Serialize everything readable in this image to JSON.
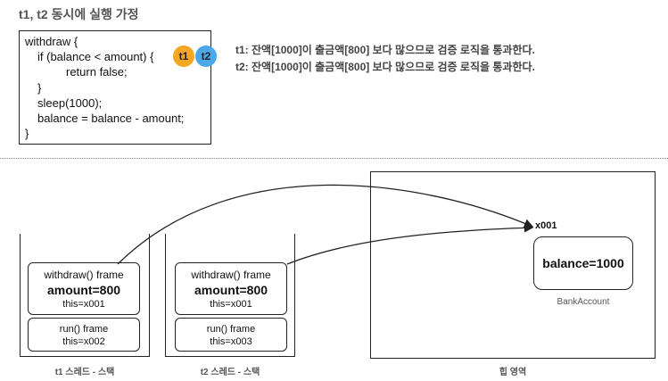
{
  "title": "t1, t2 동시에 실행 가정",
  "code": {
    "lines": [
      "withdraw {",
      "if (balance < amount) {",
      "return false;",
      "}",
      "sleep(1000);",
      "balance = balance - amount;",
      "}"
    ],
    "badges": {
      "t1": "t1",
      "t2": "t2"
    }
  },
  "notes": [
    "t1: 잔액[1000]이 출금액[800] 보다 많으므로 검증 로직을 통과한다.",
    "t2: 잔액[1000]이 출금액[800] 보다 많으므로 검증 로직을 통과한다."
  ],
  "stacks": [
    {
      "caption": "t1 스레드 - 스택",
      "withdraw_frame": {
        "name": "withdraw() frame",
        "amount": "amount=800",
        "this": "this=x001"
      },
      "run_frame": {
        "name": "run() frame",
        "this": "this=x002"
      }
    },
    {
      "caption": "t2 스레드 - 스택",
      "withdraw_frame": {
        "name": "withdraw() frame",
        "amount": "amount=800",
        "this": "this=x001"
      },
      "run_frame": {
        "name": "run() frame",
        "this": "this=x003"
      }
    }
  ],
  "heap": {
    "caption": "힙 영역",
    "address": "x001",
    "object_text": "balance=1000",
    "object_label": "BankAccount"
  },
  "colors": {
    "t1_badge": "#f5a623",
    "t2_badge": "#4aa8e8"
  }
}
